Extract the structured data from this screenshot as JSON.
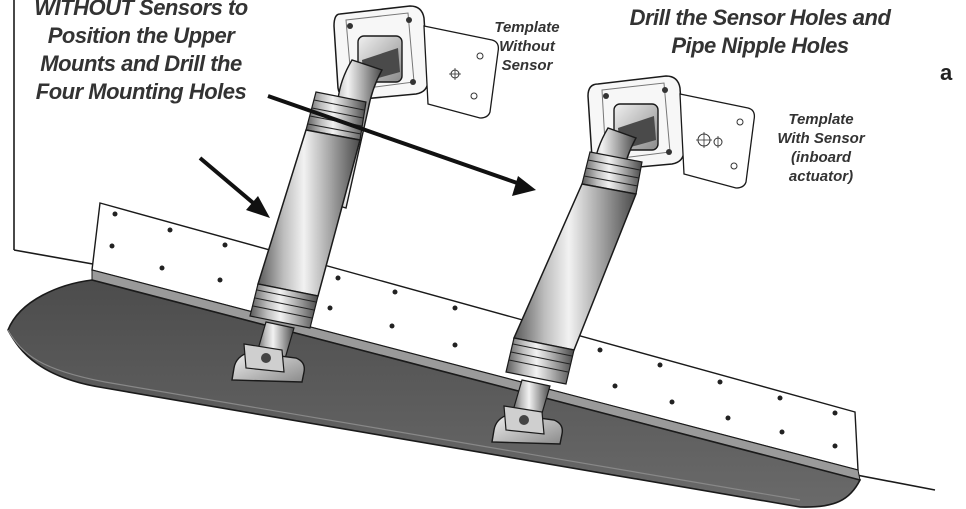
{
  "labels": {
    "left_instruction": [
      "WITHOUT Sensors to",
      "Position the Upper",
      "Mounts and Drill the",
      "Four Mounting Holes"
    ],
    "right_instruction": [
      "Drill the Sensor Holes and",
      "Pipe Nipple Holes"
    ],
    "template_without_sensor": [
      "Template",
      "Without",
      "Sensor"
    ],
    "template_with_sensor": [
      "Template",
      "With Sensor",
      "(inboard",
      "actuator)"
    ],
    "figure_letter": "a"
  },
  "colors": {
    "text": "#333333",
    "line": "#1a1a1a",
    "blade": "#555555",
    "metal_light": "#dcdcdc",
    "metal_dark": "#6a6a6a"
  }
}
